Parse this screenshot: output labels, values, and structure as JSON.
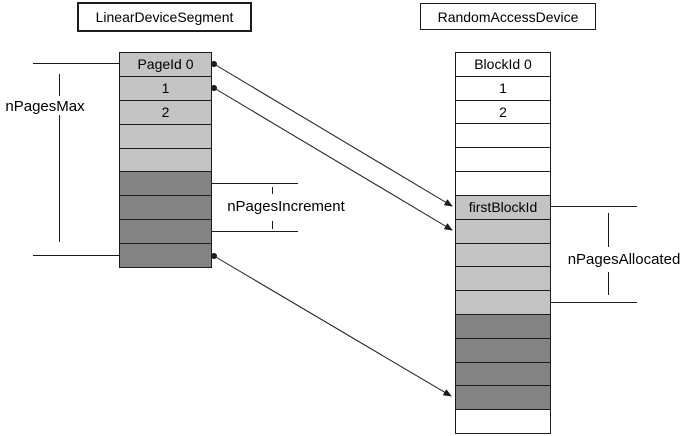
{
  "titles": {
    "left": "LinearDeviceSegment",
    "right": "RandomAccessDevice"
  },
  "annotations": {
    "n_pages_max": "nPagesMax",
    "n_pages_increment": "nPagesIncrement",
    "n_pages_allocated": "nPagesAllocated"
  },
  "stacks": {
    "left": {
      "title": "LinearDeviceSegment",
      "cells": [
        {
          "label": "PageId 0",
          "shade": "light"
        },
        {
          "label": "1",
          "shade": "light"
        },
        {
          "label": "2",
          "shade": "light"
        },
        {
          "label": "",
          "shade": "light"
        },
        {
          "label": "",
          "shade": "light"
        },
        {
          "label": "",
          "shade": "dark"
        },
        {
          "label": "",
          "shade": "dark"
        },
        {
          "label": "",
          "shade": "dark"
        },
        {
          "label": "",
          "shade": "dark"
        }
      ]
    },
    "right": {
      "title": "RandomAccessDevice",
      "cells": [
        {
          "label": "BlockId 0",
          "shade": "white"
        },
        {
          "label": "1",
          "shade": "white"
        },
        {
          "label": "2",
          "shade": "white"
        },
        {
          "label": "",
          "shade": "white"
        },
        {
          "label": "",
          "shade": "white"
        },
        {
          "label": "",
          "shade": "white"
        },
        {
          "label": "firstBlockId",
          "shade": "light"
        },
        {
          "label": "",
          "shade": "light"
        },
        {
          "label": "",
          "shade": "light"
        },
        {
          "label": "",
          "shade": "light"
        },
        {
          "label": "",
          "shade": "light"
        },
        {
          "label": "",
          "shade": "dark"
        },
        {
          "label": "",
          "shade": "dark"
        },
        {
          "label": "",
          "shade": "dark"
        },
        {
          "label": "",
          "shade": "dark"
        },
        {
          "label": "",
          "shade": "white"
        }
      ]
    }
  },
  "colors": {
    "light": "#c3c3c3",
    "dark": "#838383",
    "white": "#ffffff",
    "line": "#1c1c1c"
  }
}
